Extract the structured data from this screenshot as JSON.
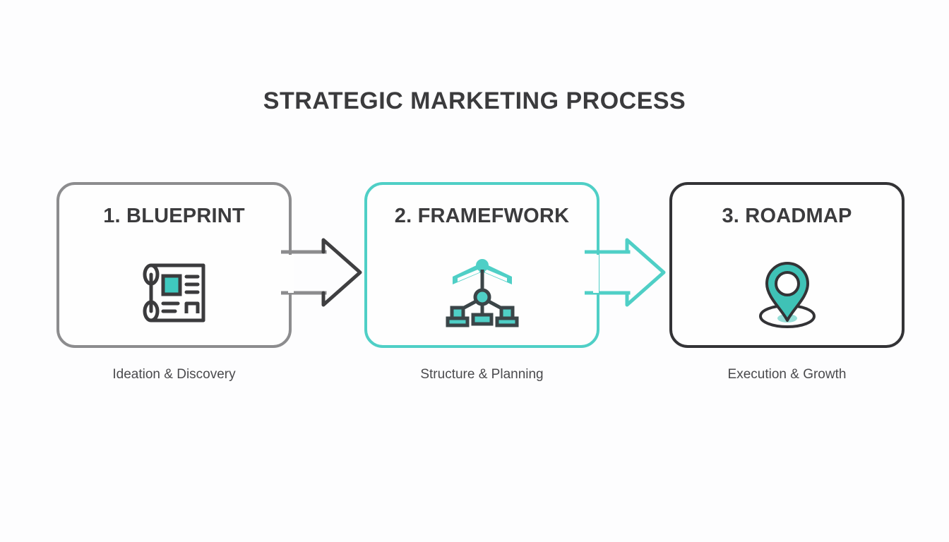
{
  "page": {
    "title": "STRATEGIC MARKETING PROCESS",
    "background_color": "#fdfdfe",
    "accent_color": "#4fcfc6",
    "dark_color": "#333336",
    "text_color": "#3b3b3d"
  },
  "steps": [
    {
      "title": "1. BLUEPRINT",
      "caption": "Ideation & Discovery",
      "icon": "blueprint-scroll-icon",
      "border_color": "#8c8c8e",
      "icon_color": "#3b3b3d",
      "icon_accent": "#3fc9bf"
    },
    {
      "title": "2. FRAMEFWORK",
      "caption": "Structure & Planning",
      "icon": "hierarchy-structure-icon",
      "border_color": "#4fcfc6",
      "icon_color": "#3b4548",
      "icon_accent": "#4fcfc6"
    },
    {
      "title": "3. ROADMAP",
      "caption": "Execution & Growth",
      "icon": "map-pin-icon",
      "border_color": "#333336",
      "icon_color": "#333336",
      "icon_accent": "#3fc2b6"
    }
  ],
  "arrows": [
    {
      "name": "arrow-step1-to-step2",
      "color": "#4a4a4c",
      "tail_color": "#8c8c8e",
      "direction": "right"
    },
    {
      "name": "arrow-step2-to-step3",
      "color": "#4fcfc6",
      "tail_color": "#4fcfc6",
      "direction": "right"
    }
  ]
}
